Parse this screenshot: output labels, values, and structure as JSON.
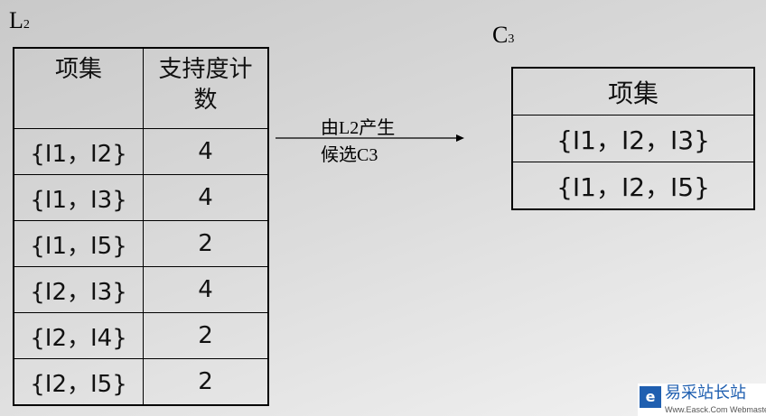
{
  "l2_label": {
    "main": "L",
    "sub": "2"
  },
  "c3_label": {
    "main": "C",
    "sub": "3"
  },
  "l2_table": {
    "headers": [
      "项集",
      "支持度计数"
    ],
    "rows": [
      [
        "{I1，I2}",
        "4"
      ],
      [
        "{I1，I3}",
        "4"
      ],
      [
        "{I1，I5}",
        "2"
      ],
      [
        "{I2，I3}",
        "4"
      ],
      [
        "{I2，I4}",
        "2"
      ],
      [
        "{I2，I5}",
        "2"
      ]
    ]
  },
  "c3_table": {
    "header": "项集",
    "rows": [
      "{I1，I2，I3}",
      "{I1，I2，I5}"
    ]
  },
  "arrow_text": [
    "由L2产生",
    "候选C3"
  ],
  "watermark": {
    "name": "易采站长站",
    "tagline": "Www.Easck.Com Webmaster"
  }
}
